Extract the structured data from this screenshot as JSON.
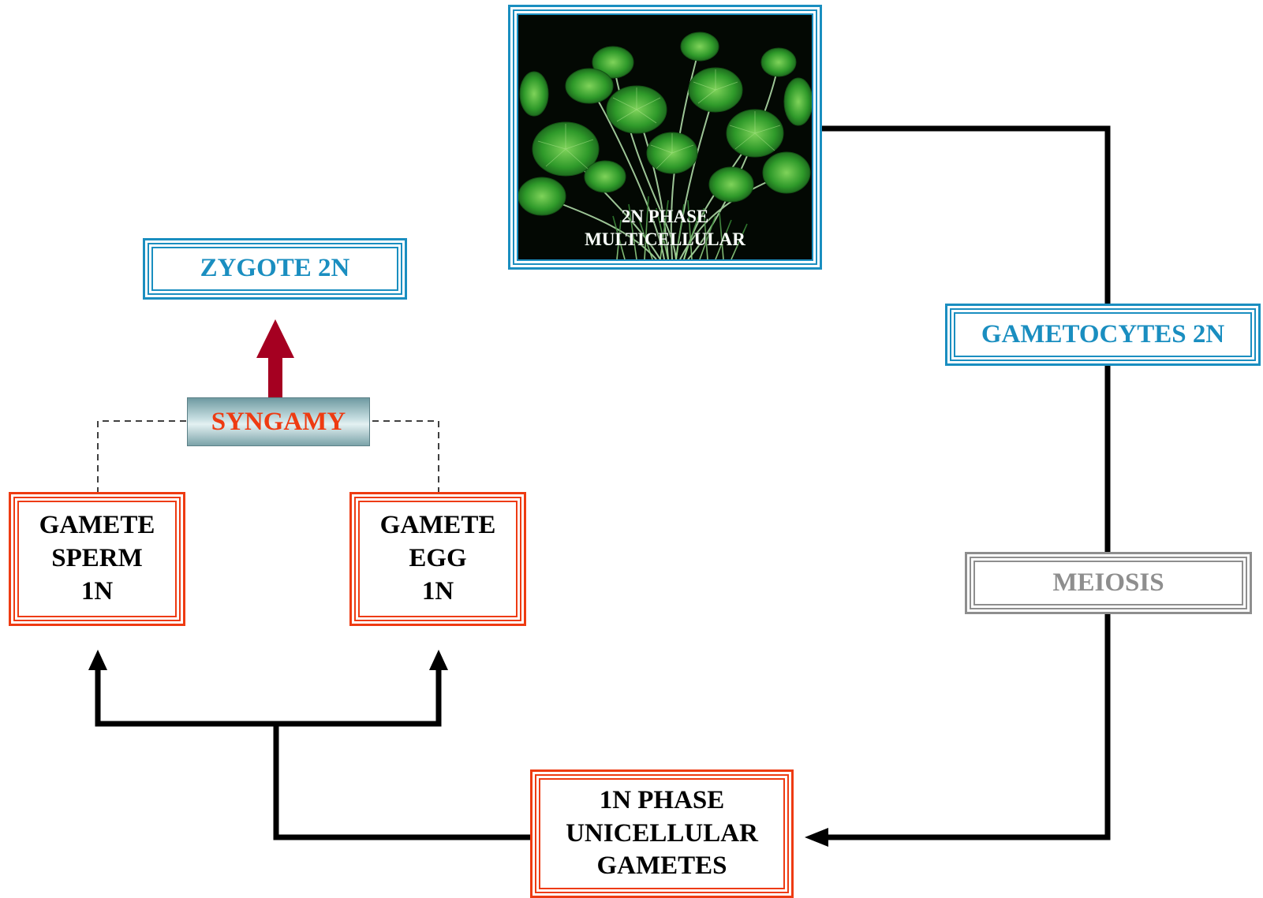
{
  "diagram": {
    "photo_node": {
      "caption": "2N PHASE\nMULTICELLULAR",
      "image_icon": "aquatic-plant-photo"
    },
    "zygote": {
      "label": "ZYGOTE 2N"
    },
    "gametocytes": {
      "label": "GAMETOCYTES 2N"
    },
    "syngamy": {
      "label": "SYNGAMY"
    },
    "gamete_sperm": {
      "label": "GAMETE\nSPERM\n1N"
    },
    "gamete_egg": {
      "label": "GAMETE\nEGG\n1N"
    },
    "meiosis": {
      "label": "MEIOSIS"
    },
    "unicellular": {
      "label": "1N PHASE\nUNICELLULAR\nGAMETES"
    },
    "colors": {
      "blue_frame": "#1a8ec0",
      "red_frame": "#ee3b12",
      "grey_frame": "#8e8e8e",
      "syngamy_arrow": "#a50021",
      "connector": "#000000",
      "text_blue": "#1a8ec0",
      "text_red": "#ee3b12",
      "text_grey": "#8e8e8e",
      "text_black": "#000000"
    }
  }
}
